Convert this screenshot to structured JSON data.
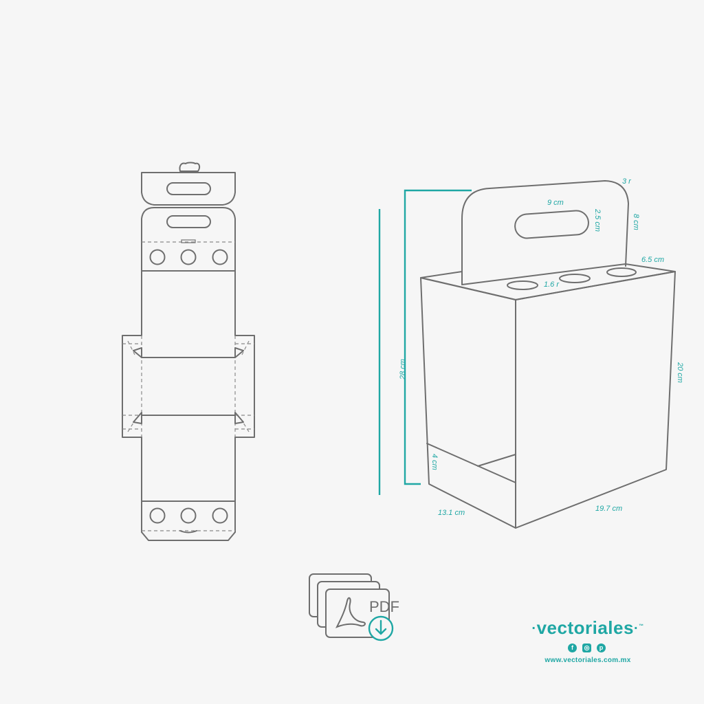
{
  "dimensions": {
    "total_height": "28 cm",
    "handle_width": "9 cm",
    "handle_hole_height": "2.5 cm",
    "handle_height": "8 cm",
    "handle_radius": "3 r",
    "top_depth": "6.5 cm",
    "hole_radius": "1.6 r",
    "body_height": "20 cm",
    "base_height": "4 cm",
    "depth": "13.1 cm",
    "width": "19.7 cm"
  },
  "pdf_badge": {
    "label": "PDF",
    "icon": "pdf-download-icon"
  },
  "brand": {
    "name": "vectoriales",
    "trademark": "™",
    "url": "www.vectoriales.com.mx",
    "social_icons": [
      "facebook-icon",
      "instagram-icon",
      "pinterest-icon"
    ],
    "accent_color": "#1fa7a4"
  },
  "colors": {
    "line": "#6e6e6e",
    "accent": "#1fa7a4",
    "background": "#f6f6f6"
  }
}
